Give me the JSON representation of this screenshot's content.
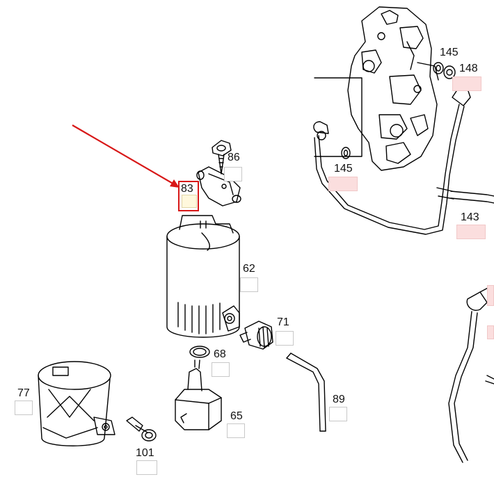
{
  "colors": {
    "highlight": "#d81818",
    "line": "#000000",
    "pink_box": "#fbdede",
    "selected_fill": "#fff8dc"
  },
  "labels": {
    "p62": "62",
    "p65": "65",
    "p68": "68",
    "p71": "71",
    "p77": "77",
    "p83": "83",
    "p86": "86",
    "p89": "89",
    "p101": "101",
    "p143": "143",
    "p145a": "145",
    "p145b": "145",
    "p148": "148"
  }
}
